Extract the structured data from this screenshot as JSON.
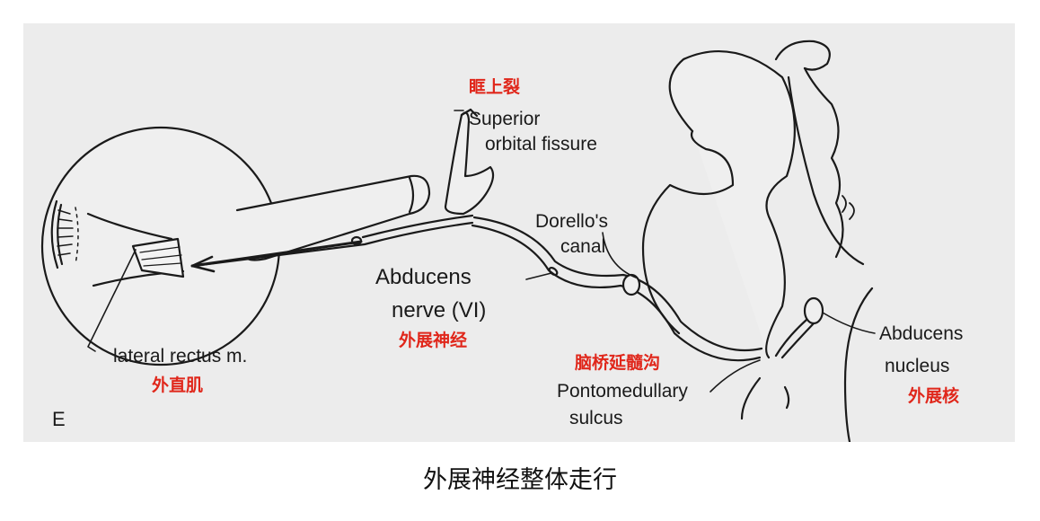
{
  "figure": {
    "panel_letter": "E",
    "labels": {
      "superior_orbital_fissure_cn": "眶上裂",
      "superior_orbital_fissure_en_1": "Superior",
      "superior_orbital_fissure_en_2": "orbital fissure",
      "dorellos_canal_1": "Dorello's",
      "dorellos_canal_2": "canal",
      "abducens_nerve_1": "Abducens",
      "abducens_nerve_2": "nerve (VI)",
      "abducens_nerve_cn": "外展神经",
      "lateral_rectus_en": "lateral rectus m.",
      "lateral_rectus_cn": "外直肌",
      "pontomedullary_cn": "脑桥延髓沟",
      "pontomedullary_en_1": "Pontomedullary",
      "pontomedullary_en_2": "sulcus",
      "abducens_nucleus_1": "Abducens",
      "abducens_nucleus_2": "nucleus",
      "abducens_nucleus_cn": "外展核"
    }
  },
  "caption": "外展神经整体走行",
  "colors": {
    "panel_background": "#ececec",
    "line": "#1a1a1a",
    "chinese_label": "#e0271b"
  }
}
